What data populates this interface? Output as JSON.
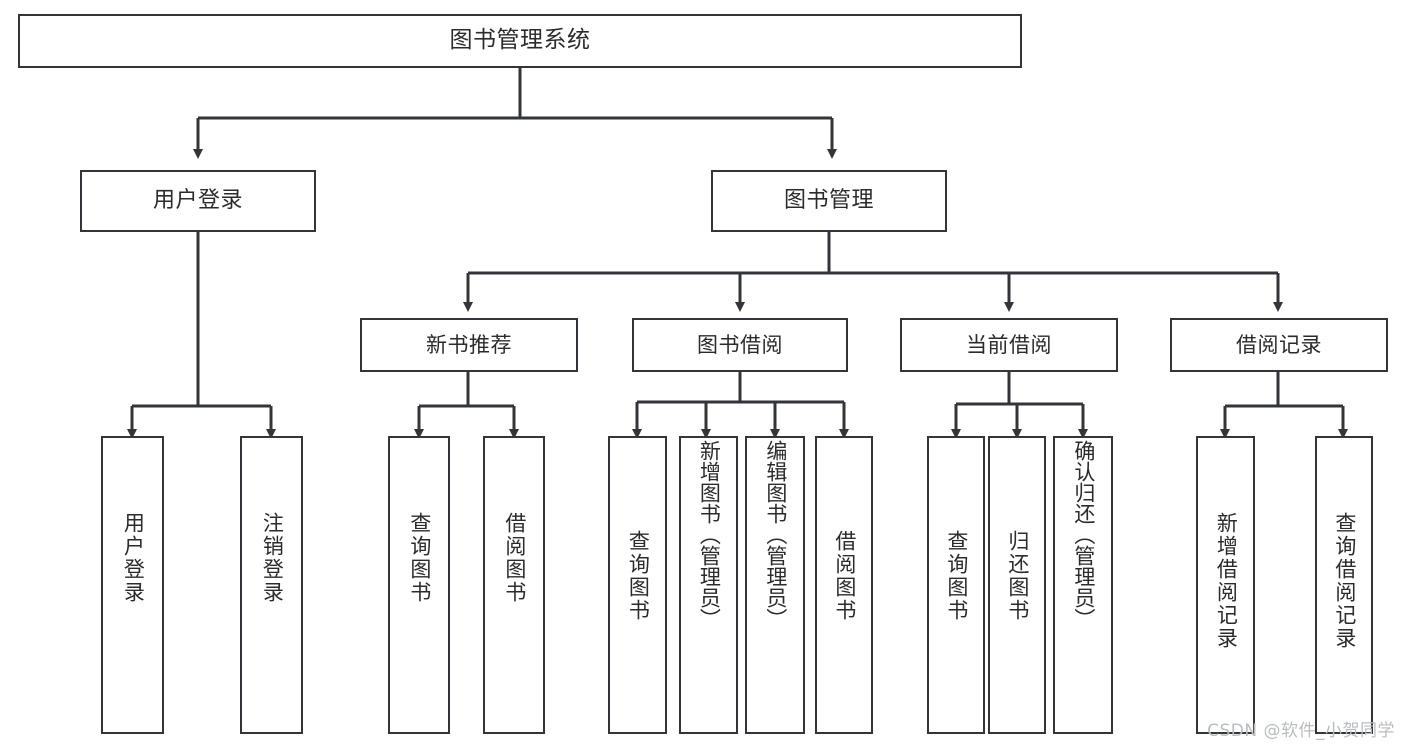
{
  "diagram": {
    "title": "图书管理系统",
    "type": "tree",
    "watermark": "CSDN @软件_小贺同学",
    "colors": {
      "box_border": "#33353a",
      "box_fill": "#ffffff",
      "connector": "#33353a",
      "text": "#2b2b2b",
      "watermark": "#b9bcc0",
      "background": "#ffffff"
    },
    "nodes": {
      "root": {
        "label": "图书管理系统"
      },
      "level2": [
        {
          "label": "用户登录"
        },
        {
          "label": "图书管理"
        }
      ],
      "level3": [
        {
          "label": "新书推荐"
        },
        {
          "label": "图书借阅"
        },
        {
          "label": "当前借阅"
        },
        {
          "label": "借阅记录"
        }
      ],
      "leaves": {
        "user_login": [
          {
            "label": "用户登录"
          },
          {
            "label": "注销登录"
          }
        ],
        "new_book": [
          {
            "label": "查询图书"
          },
          {
            "label": "借阅图书"
          }
        ],
        "book_borrow": [
          {
            "label": "查询图书"
          },
          {
            "label": "新增图书（管理员）"
          },
          {
            "label": "编辑图书（管理员）"
          },
          {
            "label": "借阅图书"
          }
        ],
        "current_borrow": [
          {
            "label": "查询图书"
          },
          {
            "label": "归还图书"
          },
          {
            "label": "确认归还（管理员）"
          }
        ],
        "borrow_record": [
          {
            "label": "新增借阅记录"
          },
          {
            "label": "查询借阅记录"
          }
        ]
      }
    }
  }
}
